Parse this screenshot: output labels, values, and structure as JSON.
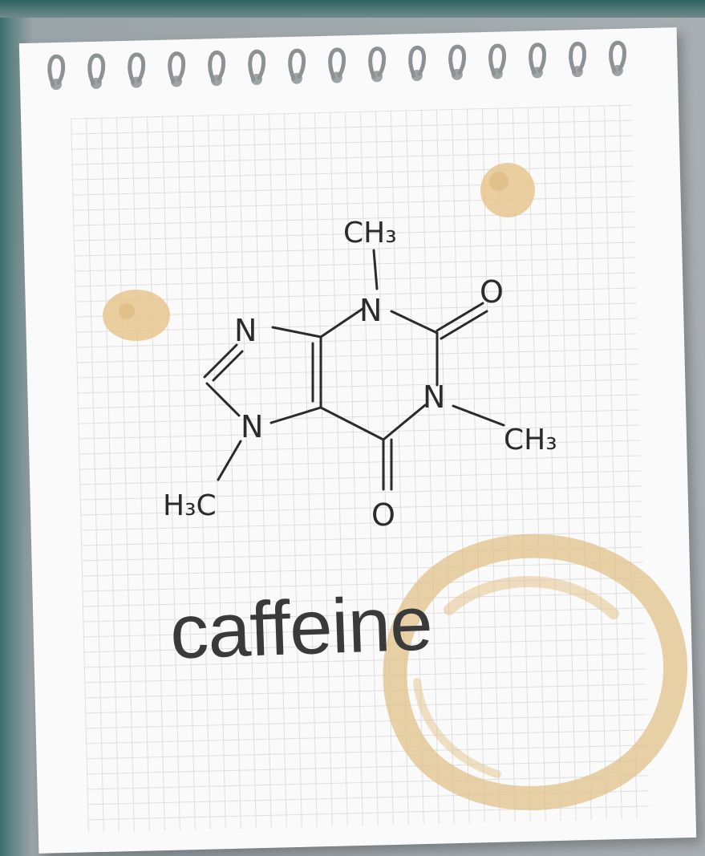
{
  "molecule": {
    "atoms": {
      "ch3_top": "CH₃",
      "n_top": "N",
      "o_top": "O",
      "n_right": "N",
      "ch3_right": "CH₃",
      "o_bottom": "O",
      "n_imid_top": "N",
      "n_imid_bottom": "N",
      "h3c_left": "H₃C"
    }
  },
  "caption": "caffeine",
  "colors": {
    "paper": "#fafafa",
    "grid": "#dcdcdc",
    "ink": "#2b2b2b",
    "coffee_stain": "#e2c28a",
    "frame_teal": "#3b6d6d",
    "background": "#a8aeb1"
  },
  "icons": [
    "spiral-binding-ring-icon",
    "coffee-stain-icon",
    "coffee-ring-icon"
  ]
}
